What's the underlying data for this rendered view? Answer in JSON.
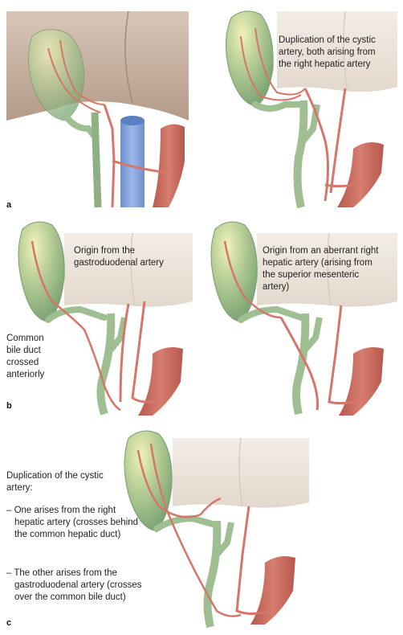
{
  "panels": {
    "a": {
      "letter": "a"
    },
    "b": {
      "letter": "b"
    },
    "c": {
      "letter": "c"
    }
  },
  "labels": {
    "a_right": {
      "line1": "Duplication of the cystic",
      "line2": "artery, both arising from",
      "line3": "the right hepatic artery"
    },
    "b_left": {
      "line1": "Origin from the",
      "line2": "gastroduodenal artery"
    },
    "b_left_side": {
      "line1": "Common",
      "line2": "bile duct",
      "line3": "crossed",
      "line4": "anteriorly"
    },
    "b_right": {
      "line1": "Origin from an aberrant right",
      "line2": "hepatic artery (arising from",
      "line3": "the superior mesenteric",
      "line4": "artery)"
    },
    "c": {
      "heading1": "Duplication of the cystic",
      "heading2": "artery:",
      "item1_line1": "– One arises from the right",
      "item1_line2": "hepatic artery (crosses behind",
      "item1_line3": "the common hepatic duct)",
      "item2_line1": "– The other arises from the",
      "item2_line2": "gastroduodenal artery (crosses",
      "item2_line3": "over the common bile duct)"
    }
  },
  "colors": {
    "liver": "#ede5dd",
    "liver_shade": "#c8b5a5",
    "liver_dark": "#b59a86",
    "gallbladder": "#a9c79b",
    "gallbladder_highlight": "#e9efb5",
    "bile_duct": "#9fbf92",
    "artery": "#d4776a",
    "aorta": "#c9685c",
    "vein": "#7f9fd8"
  }
}
